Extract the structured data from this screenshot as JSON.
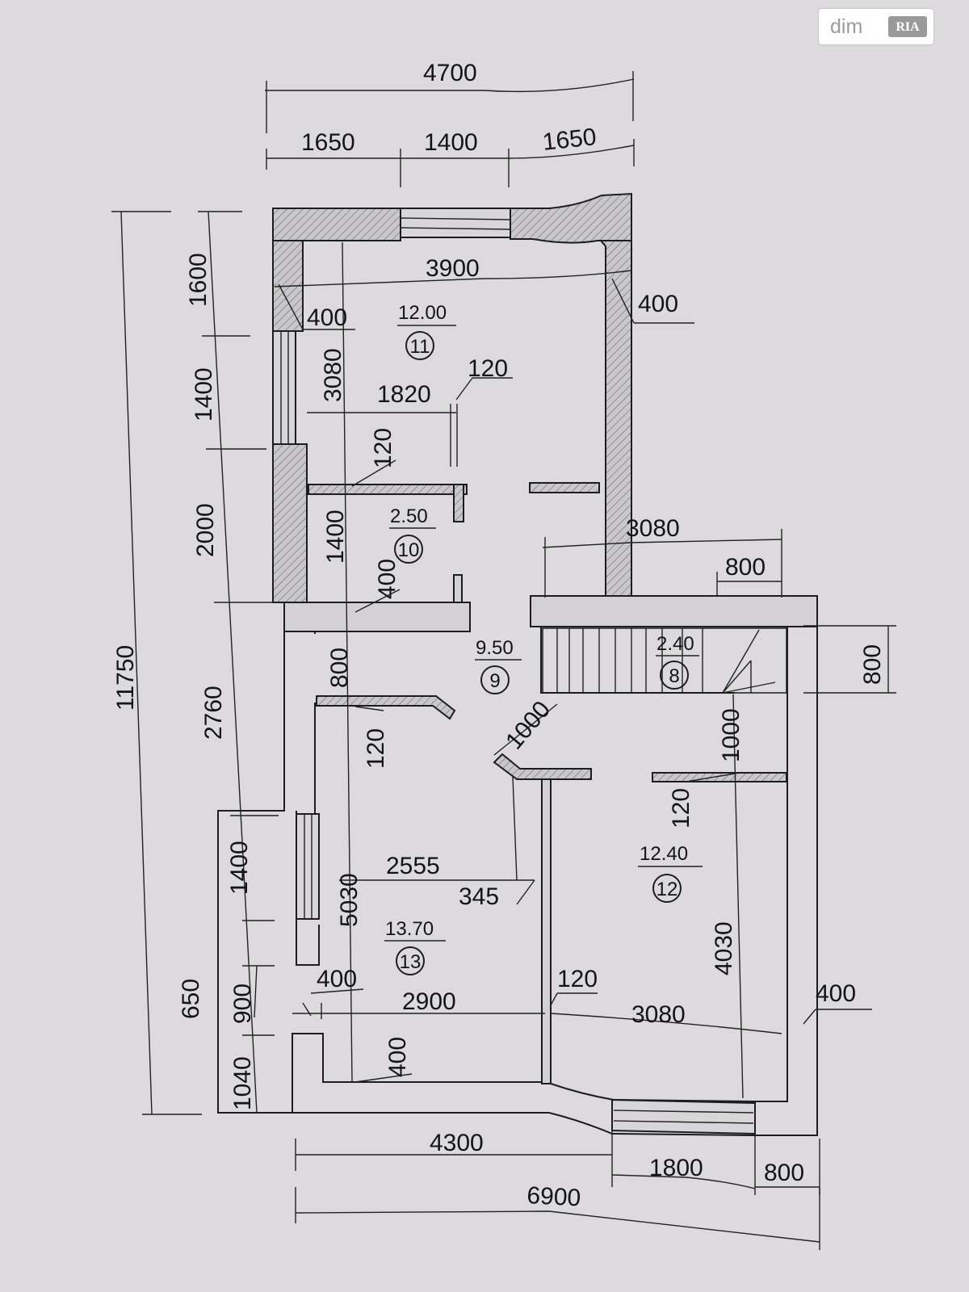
{
  "watermark": {
    "brand": "dim",
    "logo_text": "RIA"
  },
  "dimensions": {
    "top_overall": "4700",
    "top_left": "1650",
    "top_mid": "1400",
    "top_right": "1650",
    "left_overall": "11750",
    "left_1600": "1600",
    "left_1400": "1400",
    "left_2000": "2000",
    "left_2760": "2760",
    "left_1400_lower": "1400",
    "left_650": "650",
    "left_900": "900",
    "left_1040": "1040",
    "room11_width": "3900",
    "room11_wall_left": "400",
    "room11_wall_right": "400",
    "room11_height": "3080",
    "partition_len": "1820",
    "partition_thk": "120",
    "partition_thk_vert": "120",
    "room10_height": "1400",
    "wall_400_mid": "400",
    "stair_width": "3080",
    "stair_800_top": "800",
    "stair_800_right": "800",
    "hall_800": "800",
    "hall_120": "120",
    "diag_1000": "1000",
    "room12_1000": "1000",
    "room12_120": "120",
    "room13_2555": "2555",
    "room13_345": "345",
    "room13_5030": "5030",
    "room13_400_top": "400",
    "room13_2900": "2900",
    "room13_400_bottom": "400",
    "room12_4030": "4030",
    "mid_wall_120": "120",
    "room12_3080": "3080",
    "right_wall_400": "400",
    "bottom_4300": "4300",
    "bottom_1800": "1800",
    "bottom_800": "800",
    "bottom_overall": "6900"
  },
  "rooms": [
    {
      "id": "11",
      "area": "12.00"
    },
    {
      "id": "10",
      "area": "2.50"
    },
    {
      "id": "9",
      "area": "9.50"
    },
    {
      "id": "8",
      "area": "2.40"
    },
    {
      "id": "12",
      "area": "12.40"
    },
    {
      "id": "13",
      "area": "13.70"
    }
  ]
}
